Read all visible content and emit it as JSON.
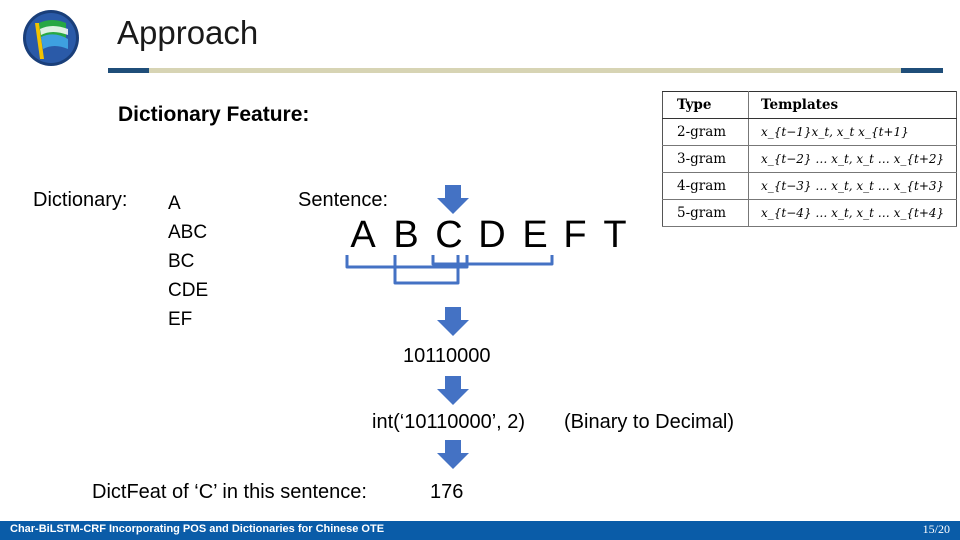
{
  "header": {
    "title": "Approach"
  },
  "section": {
    "subtitle": "Dictionary Feature:"
  },
  "dictionary": {
    "label": "Dictionary:",
    "entries": [
      "A",
      "ABC",
      "BC",
      "CDE",
      "EF"
    ]
  },
  "sentence": {
    "label": "Sentence:",
    "letters": [
      "A",
      "B",
      "C",
      "D",
      "E",
      "F",
      "T"
    ]
  },
  "steps": {
    "binary": "10110000",
    "conversion": "int(‘10110000’, 2)",
    "conversion_note": "(Binary to Decimal)",
    "result_label": "DictFeat of ‘C’ in this sentence:",
    "result_value": "176"
  },
  "template_table": {
    "headers": [
      "Type",
      "Templates"
    ],
    "rows": [
      {
        "type": "2-gram",
        "template": "x_{t−1}x_t, x_t x_{t+1}"
      },
      {
        "type": "3-gram",
        "template": "x_{t−2} … x_t, x_t … x_{t+2}"
      },
      {
        "type": "4-gram",
        "template": "x_{t−3} … x_t, x_t … x_{t+3}"
      },
      {
        "type": "5-gram",
        "template": "x_{t−4} … x_t, x_t … x_{t+4}"
      }
    ]
  },
  "footer": {
    "left": "Char-BiLSTM-CRF Incorporating POS and Dictionaries for Chinese OTE",
    "page": "15/20"
  },
  "colors": {
    "accent_blue": "#4472c4",
    "rule_navy": "#1f4e79",
    "rule_tan": "#d7d4b4",
    "footer_blue": "#0a5ca8"
  }
}
